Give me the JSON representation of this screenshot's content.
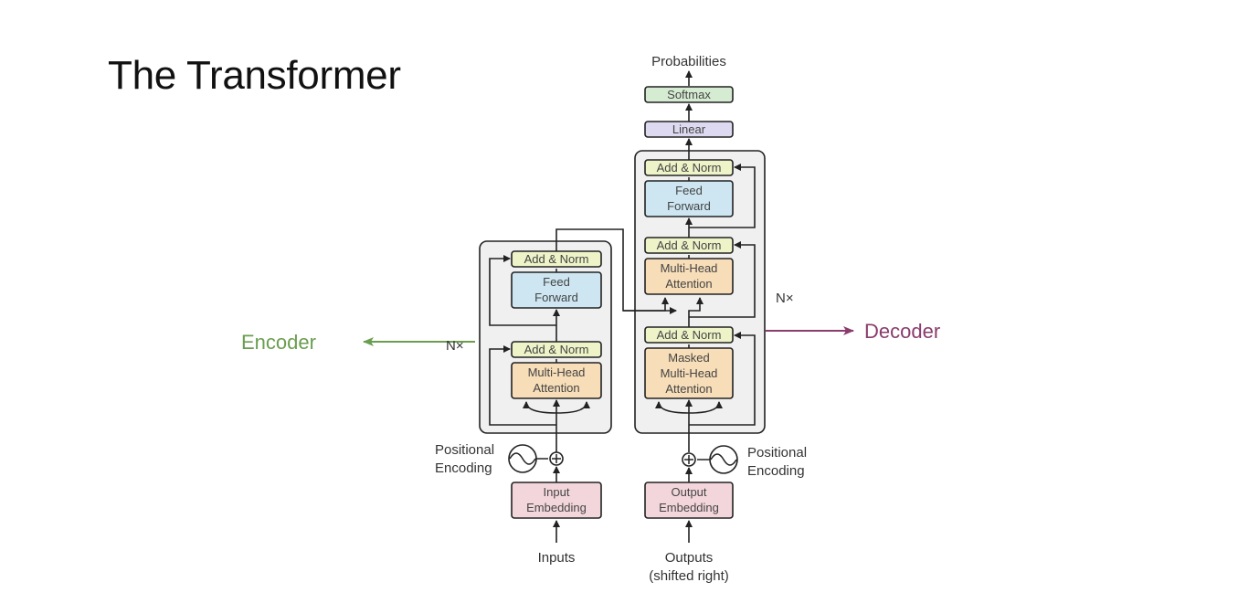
{
  "title": "The Transformer",
  "labels": {
    "encoder": "Encoder",
    "decoder": "Decoder",
    "nx_left": "N×",
    "nx_right": "N×",
    "probabilities": "Probabilities",
    "softmax": "Softmax",
    "linear": "Linear",
    "add_norm": "Add & Norm",
    "feed_1": "Feed",
    "feed_2": "Forward",
    "mha_1": "Multi-Head",
    "mha_2": "Attention",
    "masked_1": "Masked",
    "masked_2": "Multi-Head",
    "masked_3": "Attention",
    "pos_1": "Positional",
    "pos_2": "Encoding",
    "input_emb_1": "Input",
    "input_emb_2": "Embedding",
    "output_emb_1": "Output",
    "output_emb_2": "Embedding",
    "inputs": "Inputs",
    "outputs_1": "Outputs",
    "outputs_2": "(shifted right)"
  },
  "colors": {
    "encoder": "#6a9e4f",
    "decoder": "#8a3c6c",
    "add_norm": "#eef4c8",
    "feed_forward": "#cde6f2",
    "attention": "#f7ddb8",
    "embedding": "#f3d6dc",
    "linear": "#dcd9f0",
    "softmax": "#d6ecd2",
    "stack_bg": "#f0f0f0"
  }
}
